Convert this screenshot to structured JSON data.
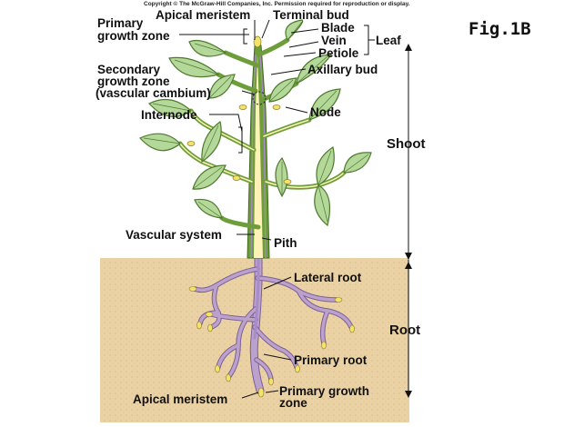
{
  "copyright": "Copyright © The McGraw-Hill Companies, Inc. Permission required for reproduction or display.",
  "figure_label": "Fig.1B",
  "labels": {
    "apical_meristem_top": "Apical meristem",
    "terminal_bud": "Terminal bud",
    "primary_growth_zone_top_1": "Primary",
    "primary_growth_zone_top_2": "growth zone",
    "blade": "Blade",
    "vein": "Vein",
    "petiole": "Petiole",
    "leaf": "Leaf",
    "axillary_bud": "Axillary bud",
    "secondary_growth_1": "Secondary",
    "secondary_growth_2": "growth zone",
    "secondary_growth_3": "(vascular cambium)",
    "node": "Node",
    "internode": "Internode",
    "shoot": "Shoot",
    "vascular_system": "Vascular system",
    "pith": "Pith",
    "lateral_root": "Lateral root",
    "root": "Root",
    "primary_root": "Primary root",
    "apical_meristem_bottom": "Apical meristem",
    "primary_growth_zone_bottom_1": "Primary growth",
    "primary_growth_zone_bottom_2": "zone"
  },
  "colors": {
    "soil": "#ead2a4",
    "stem": "#6e9e3a",
    "pith": "#fff2b8",
    "leaf": "#b4d79a",
    "leaf_edge": "#4f7a2e",
    "root": "#bba2cc",
    "vascular_core": "#a88cc8",
    "meristem": "#f2e36a"
  }
}
